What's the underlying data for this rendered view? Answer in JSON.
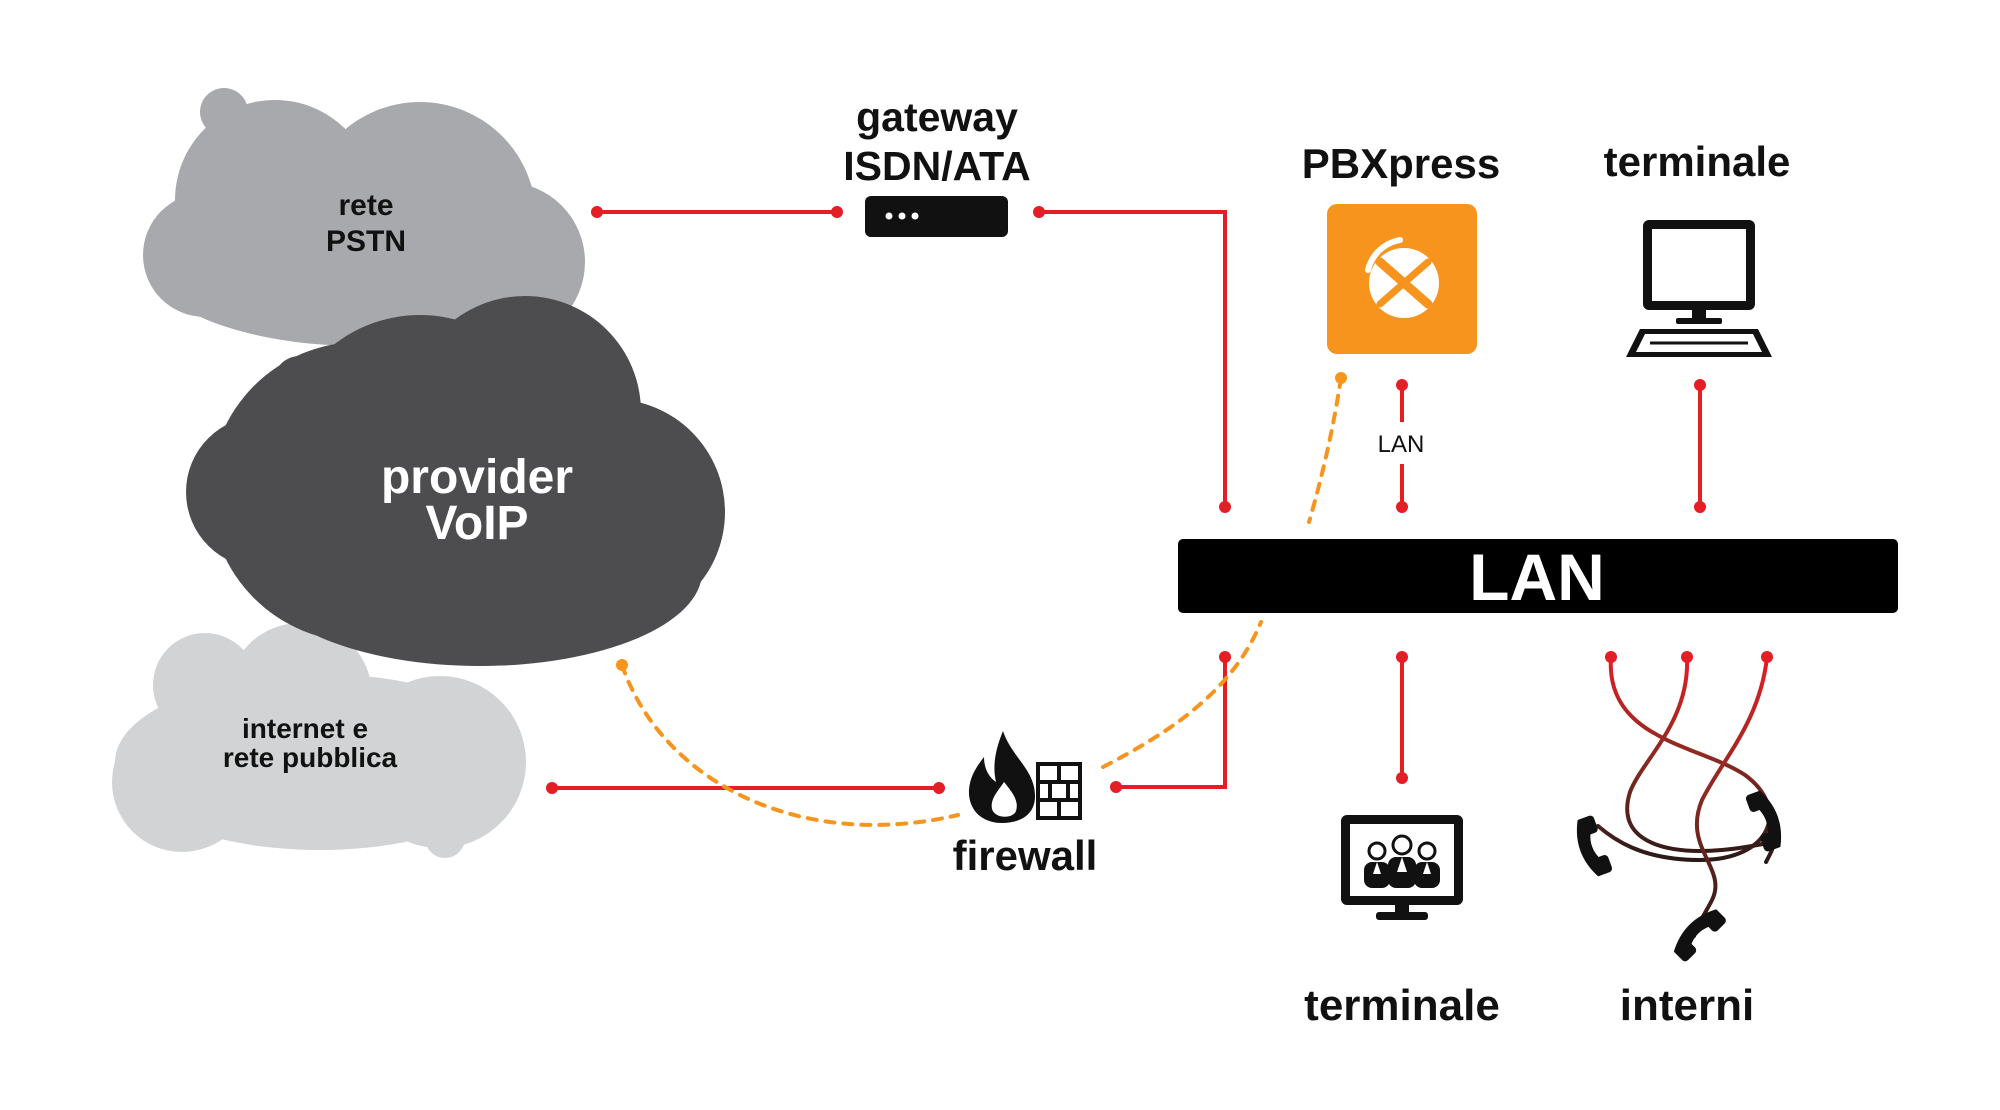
{
  "clouds": {
    "pstn": {
      "line1": "rete",
      "line2": "PSTN"
    },
    "voip": {
      "line1": "provider",
      "line2": "VoIP"
    },
    "internet": {
      "line1": "internet e",
      "line2": "rete pubblica"
    }
  },
  "gateway": {
    "line1": "gateway",
    "line2": "ISDN/ATA"
  },
  "pbx": {
    "label": "PBXpress",
    "link_label": "LAN"
  },
  "terminal_top": {
    "label": "terminale"
  },
  "lan_bus": {
    "label": "LAN"
  },
  "firewall": {
    "label": "firewall"
  },
  "terminal_bottom": {
    "label": "terminale"
  },
  "extensions": {
    "label": "interni"
  },
  "icons": [
    "cloud",
    "server-icon",
    "pbxpress-logo-icon",
    "computer-icon",
    "firewall-icon",
    "video-conference-icon",
    "phone-handset-icon"
  ],
  "colors": {
    "connection_line": "#e31e24",
    "voip_link_dashed": "#f7941d",
    "pbx_box": "#f7941d",
    "cloud_pstn": "#a7a9ac",
    "cloud_voip": "#4d4d4f",
    "cloud_internet": "#d1d3d4",
    "lan_bar": "#000000"
  }
}
